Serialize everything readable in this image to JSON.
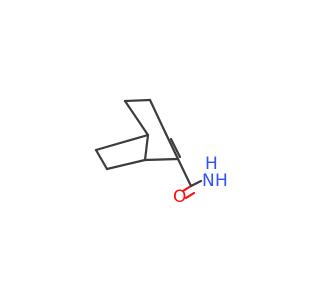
{
  "molecule": {
    "atoms": {
      "oxygen": "O",
      "nitrogen_h": "H",
      "nitrogen_n": "N",
      "amine_h": "H"
    },
    "colors": {
      "carbon_bond": "#3c3c3c",
      "oxygen": "#ff0d0d",
      "nitrogen": "#3050f8"
    }
  }
}
